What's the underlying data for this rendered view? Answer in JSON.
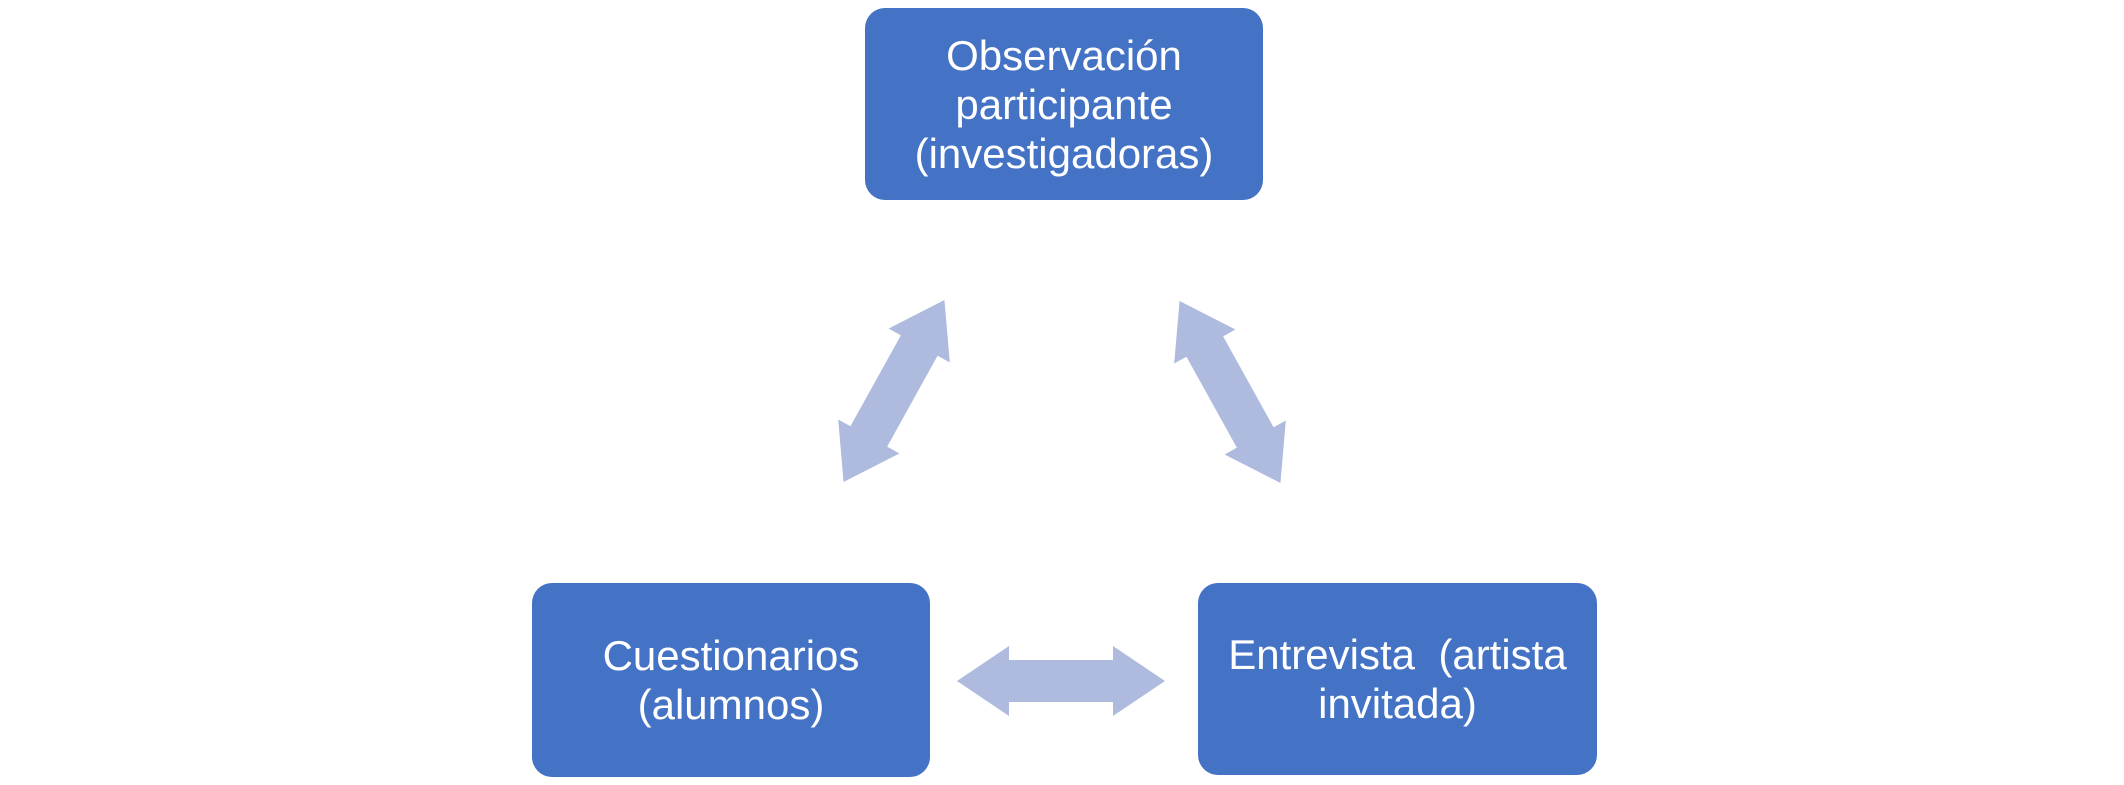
{
  "diagram": {
    "colors": {
      "background": "#FFFFFF",
      "box_fill": "#4472C4",
      "box_text": "#FFFFFF",
      "arrow_fill": "#AEBBDE"
    },
    "boxes": [
      {
        "id": "observacion-participante",
        "label": "Observación participante (investigadoras)",
        "lines": [
          "Observación",
          "participante",
          "(investigadoras)"
        ]
      },
      {
        "id": "cuestionarios",
        "label": "Cuestionarios (alumnos)",
        "lines": [
          "Cuestionarios",
          "(alumnos)"
        ]
      },
      {
        "id": "entrevista",
        "label": "Entrevista  (artista invitada)",
        "lines": [
          "Entrevista  (artista",
          "invitada)"
        ]
      }
    ],
    "connectors": [
      {
        "id": "observacion-cuestionarios",
        "type": "double-headed-arrow",
        "orientation": "diagonal-up-right"
      },
      {
        "id": "observacion-entrevista",
        "type": "double-headed-arrow",
        "orientation": "diagonal-down-right"
      },
      {
        "id": "cuestionarios-entrevista",
        "type": "double-headed-arrow",
        "orientation": "horizontal"
      }
    ]
  }
}
